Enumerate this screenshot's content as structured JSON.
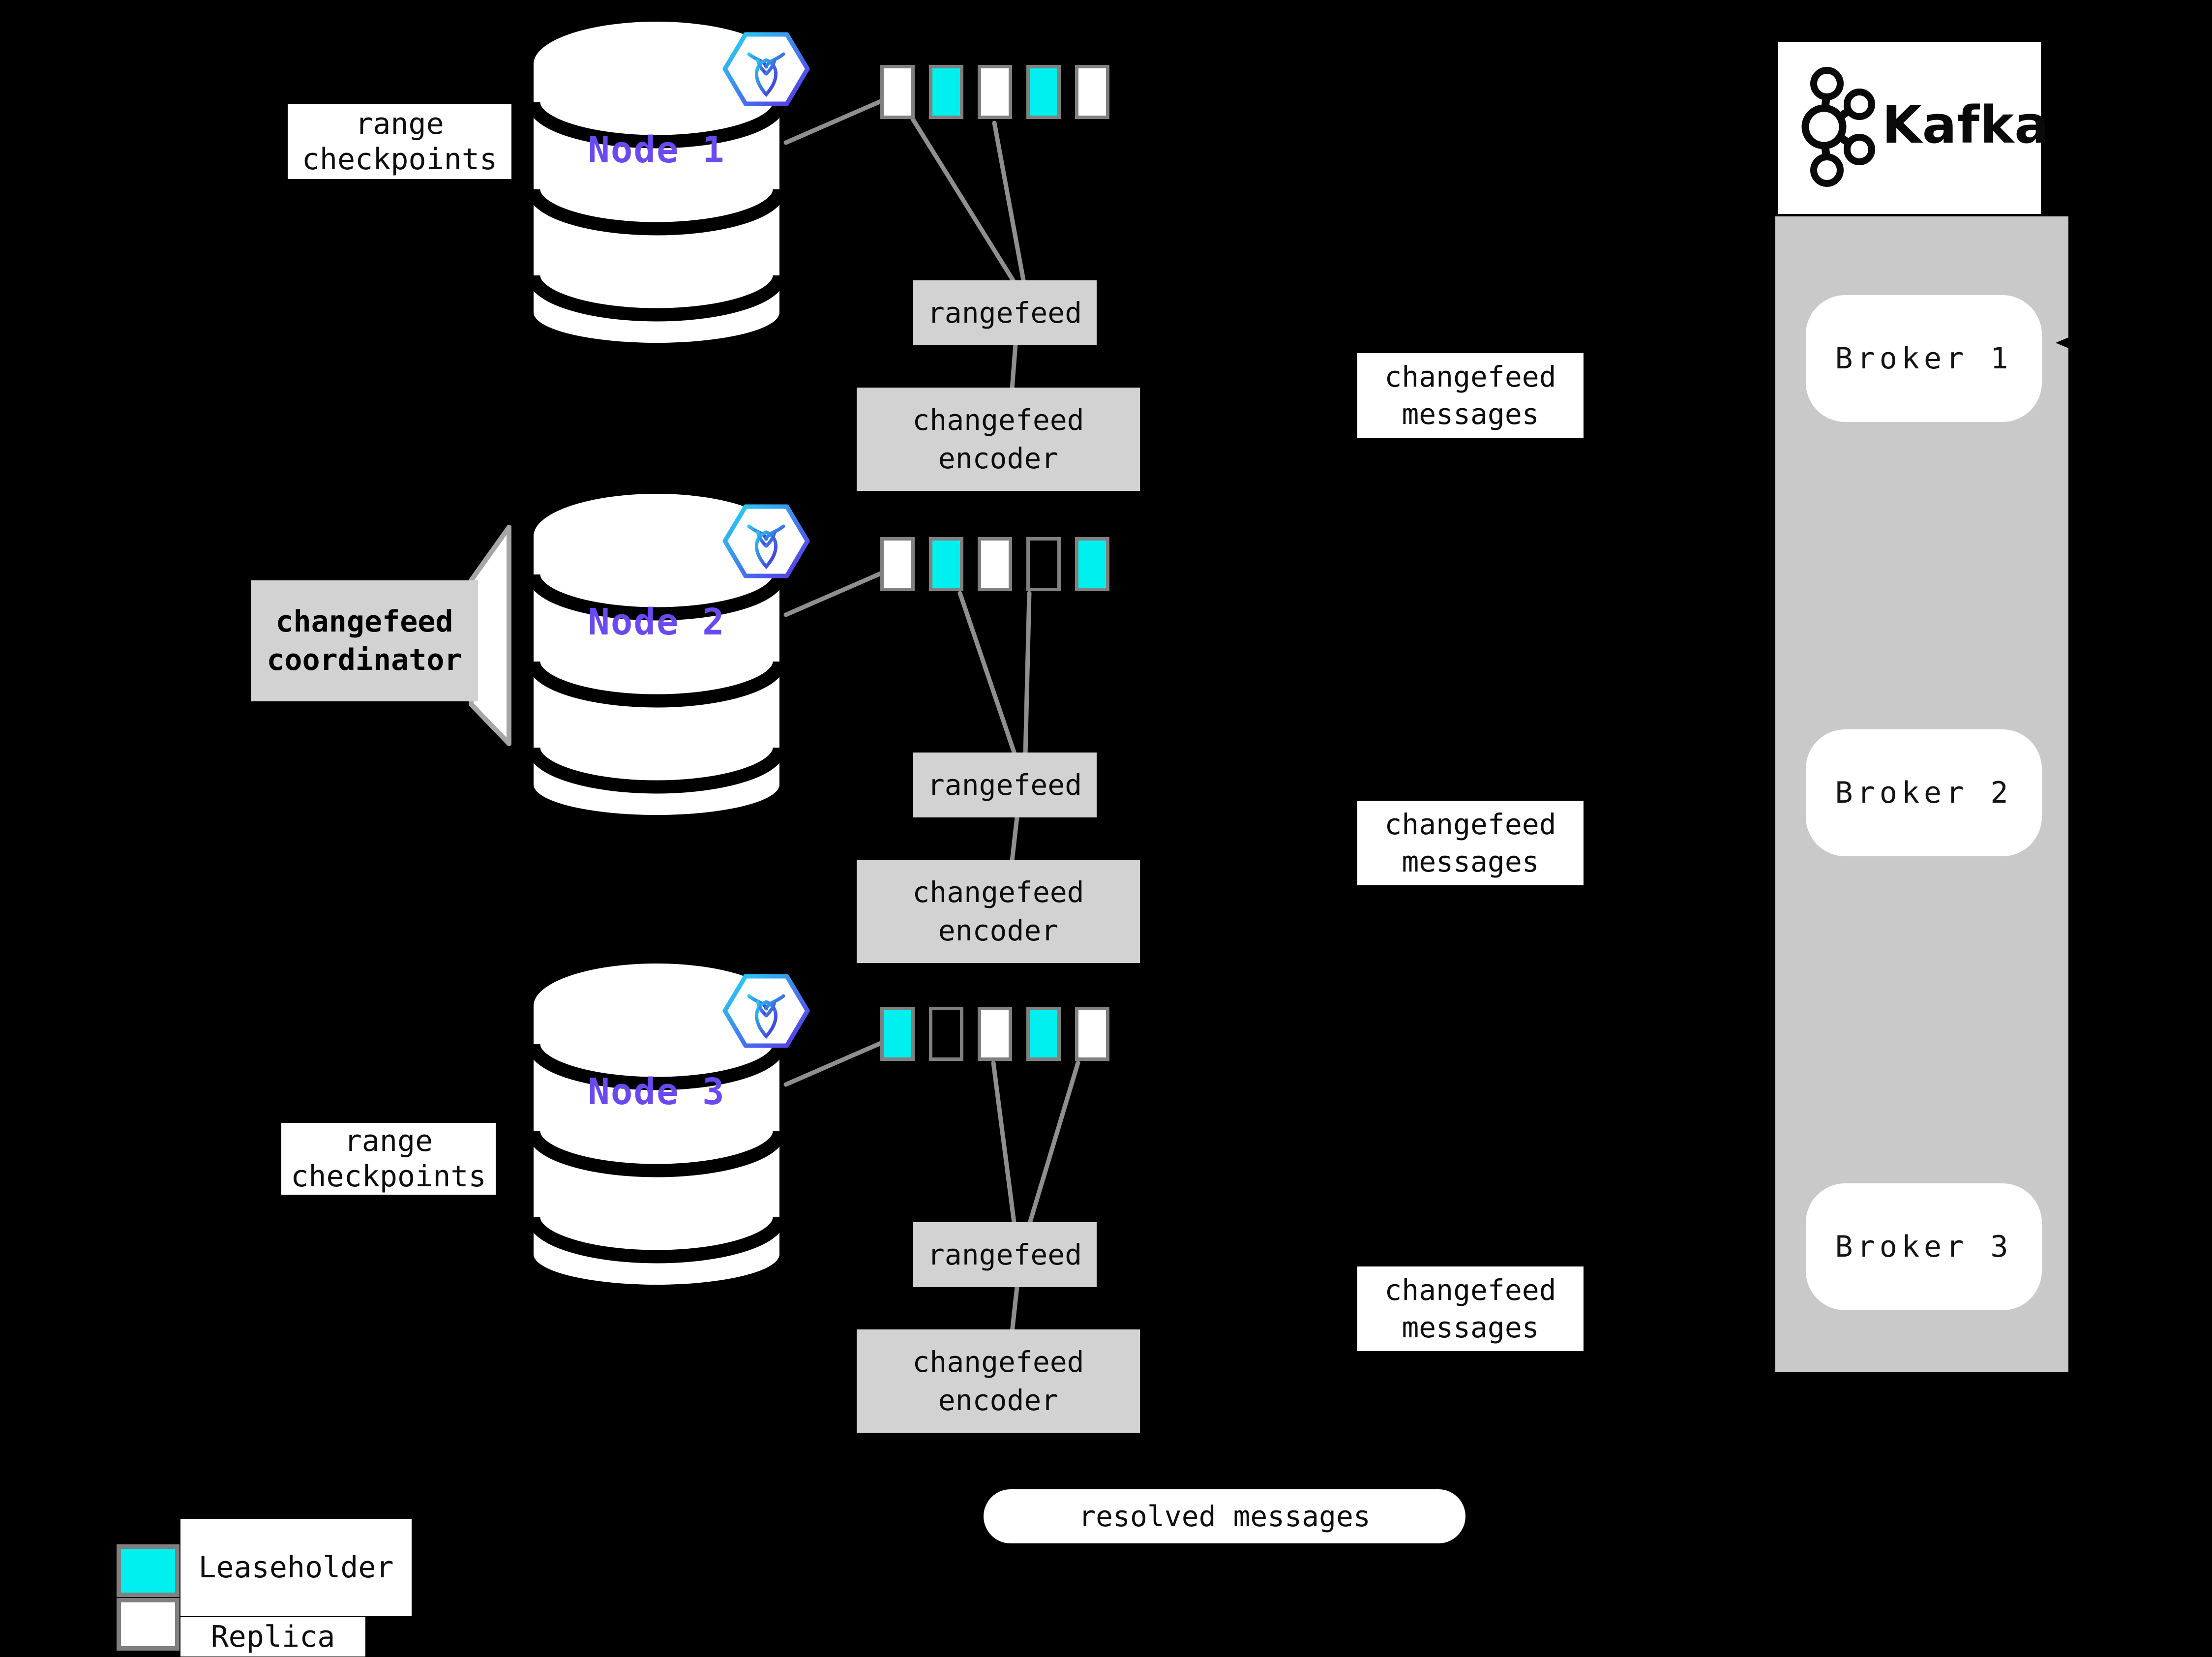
{
  "nodes": [
    {
      "label": "Node 1",
      "caption": "range checkpoints",
      "ranges": [
        "replica",
        "leaseholder",
        "replica",
        "leaseholder",
        "replica"
      ],
      "rangefeed_label": "rangefeed",
      "encoder_label": "changefeed encoder",
      "messages_label": "changefeed messages"
    },
    {
      "label": "Node 2",
      "coordinator_label": "changefeed coordinator",
      "ranges": [
        "replica",
        "leaseholder",
        "replica",
        "empty",
        "leaseholder"
      ],
      "rangefeed_label": "rangefeed",
      "encoder_label": "changefeed encoder",
      "messages_label": "changefeed messages"
    },
    {
      "label": "Node 3",
      "caption": "range checkpoints",
      "ranges": [
        "leaseholder",
        "empty",
        "replica",
        "leaseholder",
        "replica"
      ],
      "rangefeed_label": "rangefeed",
      "encoder_label": "changefeed encoder",
      "messages_label": "changefeed messages"
    }
  ],
  "kafka": {
    "brand": "Kafka",
    "brokers": [
      "Broker 1",
      "Broker 2",
      "Broker 3"
    ]
  },
  "resolved_label": "resolved messages",
  "legend": {
    "items": [
      {
        "label": "Leaseholder",
        "color": "#00efef"
      },
      {
        "label": "Replica",
        "color": "#ffffff"
      }
    ]
  },
  "colors": {
    "background": "#000000",
    "node_label_purple": "#6a49f0",
    "leaseholder_cyan": "#00efef",
    "replica_white": "#ffffff",
    "box_gray": "#d2d2d2",
    "panel_gray": "#c9c9c9",
    "line_gray": "#8f8f8f",
    "border_gray": "#808080"
  }
}
